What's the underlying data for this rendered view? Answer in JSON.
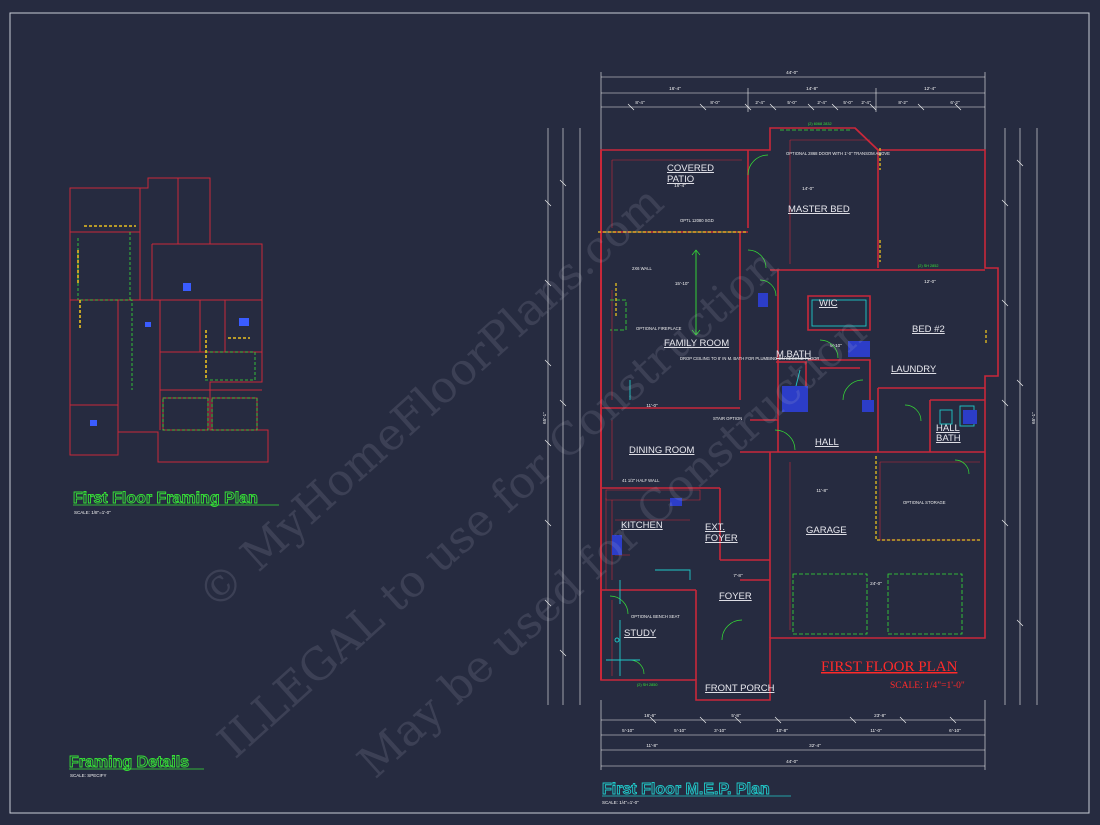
{
  "colors": {
    "background": "#262b40",
    "wall": "#c8283a",
    "dimension": "#f2f2f2",
    "green": "#36e236",
    "cyan": "#20c8c8",
    "yellow": "#e8c020",
    "blue": "#3a5cff",
    "red_text": "#ff2a2a"
  },
  "framing": {
    "title": "First Floor Framing Plan",
    "scale": "SCALE: 1/8\"=1'-0\""
  },
  "details": {
    "title": "Framing Details",
    "scale": "SCALE: SPECIFY"
  },
  "mep": {
    "title": "First Floor M.E.P. Plan",
    "scale": "SCALE: 1/4\"=1'-0\""
  },
  "plan": {
    "title": "FIRST FLOOR PLAN",
    "scale": "SCALE: 1/4\"=1'-0\""
  },
  "rooms": {
    "covered_patio_1": "COVERED",
    "covered_patio_2": "PATIO",
    "master_bed": "MASTER BED",
    "wic": "WIC",
    "bed2": "BED #2",
    "family_room": "FAMILY ROOM",
    "m_bath": "M.BATH",
    "laundry": "LAUNDRY",
    "dining_room": "DINING ROOM",
    "hall": "HALL",
    "hall_bath_1": "HALL",
    "hall_bath_2": "BATH",
    "kitchen": "KITCHEN",
    "ext_foyer_1": "EXT.",
    "ext_foyer_2": "FOYER",
    "garage": "GARAGE",
    "foyer": "FOYER",
    "study": "STUDY",
    "front_porch": "FRONT PORCH"
  },
  "notes": {
    "optl_gsd": "OPTL 12080 SGD",
    "wall_2x6": "2X6 WALL",
    "fireplace": "OPTIONAL FIREPLACE",
    "drop_ceiling": "DROP CEILING TO 8' IN M. BATH FOR PLUMBING ON SECOND FLOOR",
    "half_wall": "41 1/2\" HALF WALL",
    "stair_option": "STAIR OPTION",
    "optional_storage": "OPTIONAL STORAGE",
    "bench_seat": "OPTIONAL BENCH SEAT",
    "master_door": "OPTIONAL 2868 DOOR WITH 1'-0\" TRANSOM ABOVE",
    "window_top": "(2) 6068 2832",
    "window_bed2": "(2) SH 2852",
    "window_front": "(2) SH 2850"
  },
  "dimensions": {
    "top_overall": "44'-0\"",
    "top_row2": [
      "16'-4\"",
      "14'-8\"",
      "12'-4\""
    ],
    "top_row3": [
      "8'-4\"",
      "8'-0\"",
      "2'-4\"",
      "5'-0\"",
      "2'-4\"",
      "5'-0\"",
      "2'-4\"",
      "8'-2\"",
      "6'-2\""
    ],
    "bottom_row1": [
      "16'-6\"",
      "5'-8\"",
      "23'-8\""
    ],
    "bottom_row2": [
      "5'-10\"",
      "5'-10\"",
      "3'-10\"",
      "10'-8\"",
      "11'-0\"",
      "6'-10\""
    ],
    "bottom_row3": [
      "11'-8\"",
      "32'-4\""
    ],
    "bottom_overall": "44'-0\"",
    "left_overall": "65'-1\"",
    "right_overall": "65'-1\"",
    "interior": [
      "15'-10\"",
      "14'-0\"",
      "11'-0\"",
      "11'-8\"",
      "24'-0\"",
      "12'-0\"",
      "9'-10\"",
      "16'-4\"",
      "7'-8\""
    ]
  },
  "watermark": {
    "line1": "© MyHomeFloorPlans.com",
    "line2": "ILLEGAL to use for Construction",
    "line3": "May be used for Construction"
  }
}
